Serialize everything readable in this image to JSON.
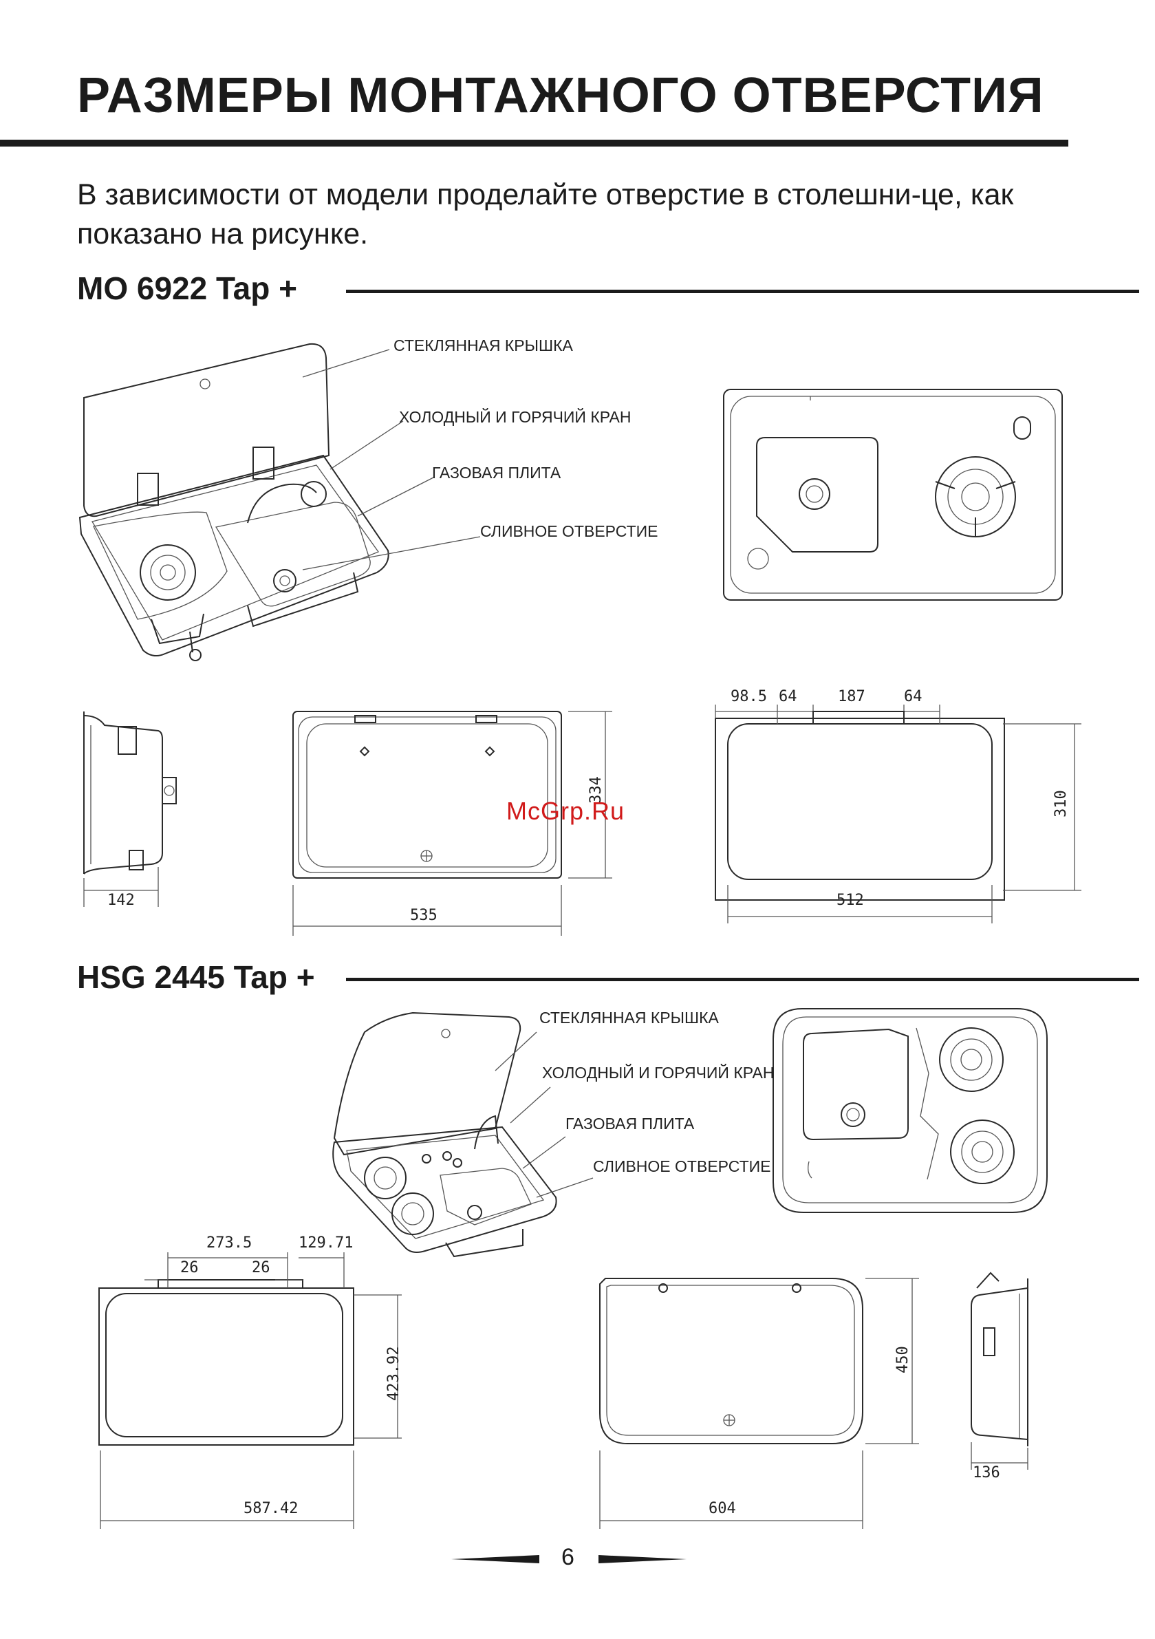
{
  "page": {
    "title": "РАЗМЕРЫ МОНТАЖНОГО ОТВЕРСТИЯ",
    "intro": "В зависимости от модели проделайте отверстие в столешни-це, как показано на рисунке.",
    "page_number": "6",
    "watermark": "McGrp.Ru"
  },
  "section1": {
    "heading": "MO 6922 Tap +",
    "callouts": [
      "СТЕКЛЯННАЯ КРЫШКА",
      "ХОЛОДНЫЙ И ГОРЯЧИЙ КРАН",
      "ГАЗОВАЯ ПЛИТА",
      "СЛИВНОЕ ОТВЕРСТИЕ"
    ],
    "dimensions": {
      "side_depth": "142",
      "front_width": "535",
      "front_height": "334",
      "cut_a": "98.5",
      "cut_b": "64",
      "cut_c": "187",
      "cut_d": "64",
      "cut_height": "310",
      "cut_width": "512"
    }
  },
  "section2": {
    "heading": "HSG 2445 Tap +",
    "callouts": [
      "СТЕКЛЯННАЯ КРЫШКА",
      "ХОЛОДНЫЙ И ГОРЯЧИЙ КРАН",
      "ГАЗОВАЯ ПЛИТА",
      "СЛИВНОЕ ОТВЕРСТИЕ"
    ],
    "dimensions": {
      "cut_a": "273.5",
      "cut_b": "129.71",
      "cut_c": "26",
      "cut_d": "26",
      "cut_height": "423.92",
      "cut_width": "587.42",
      "front_width": "604",
      "front_height": "450",
      "side_depth": "136"
    }
  }
}
